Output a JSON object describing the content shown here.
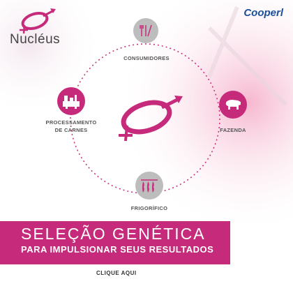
{
  "brand": {
    "name": "Nucléus",
    "partner": "Cooperl"
  },
  "nodes": {
    "consumidores": "CONSUMIDORES",
    "fazenda": "FAZENDA",
    "frigorifico": "FRIGORÍFICO",
    "processamento_line1": "PROCESSAMENTO",
    "processamento_line2": "DE CARNES"
  },
  "banner": {
    "title": "SELEÇÃO GENÉTICA",
    "subtitle": "PARA IMPULSIONAR SEUS RESULTADOS"
  },
  "cta": "CLIQUE AQUI",
  "icons": [
    "nucleus-logo-icon",
    "cutlery-icon",
    "pig-icon",
    "meat-cuts-icon",
    "factory-icon"
  ],
  "colors": {
    "accent": "#c62a7a",
    "partner_blue": "#1c4f9c",
    "gray": "#bdbdbd"
  }
}
